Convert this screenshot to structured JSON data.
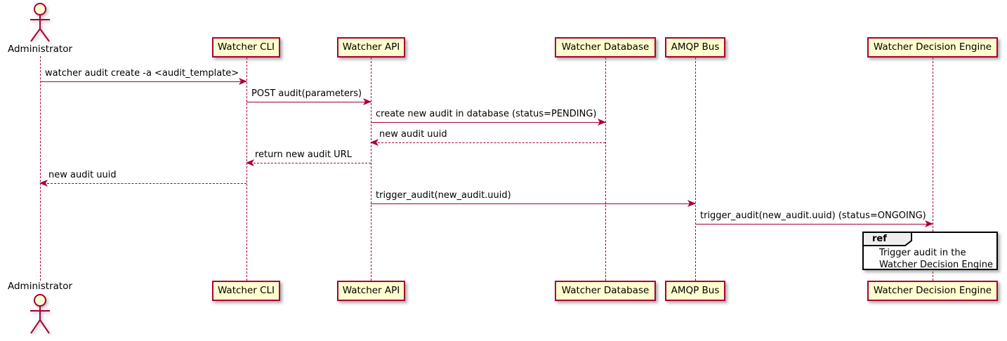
{
  "diagram": {
    "kind": "uml-sequence-diagram"
  },
  "colors": {
    "participant_fill": "#FEFECE",
    "participant_border": "#A80036",
    "message_line": "#A80036",
    "lifeline": "#A80036",
    "text": "#000000",
    "ref_border": "#000000",
    "ref_tab_fill": "#EEEEEE",
    "background": "#FFFFFF"
  },
  "participants": [
    {
      "label": "Administrator",
      "kind": "actor"
    },
    {
      "label": "Watcher CLI",
      "kind": "participant"
    },
    {
      "label": "Watcher API",
      "kind": "participant"
    },
    {
      "label": "Watcher Database",
      "kind": "participant"
    },
    {
      "label": "AMQP Bus",
      "kind": "participant"
    },
    {
      "label": "Watcher Decision Engine",
      "kind": "participant"
    }
  ],
  "messages": [
    {
      "from": "Administrator",
      "to": "Watcher CLI",
      "text": "watcher audit create -a <audit_template>",
      "line": "solid",
      "direction": "right"
    },
    {
      "from": "Watcher CLI",
      "to": "Watcher API",
      "text": "POST audit(parameters)",
      "line": "solid",
      "direction": "right"
    },
    {
      "from": "Watcher API",
      "to": "Watcher Database",
      "text": "create new audit in database (status=PENDING)",
      "line": "solid",
      "direction": "right"
    },
    {
      "from": "Watcher Database",
      "to": "Watcher API",
      "text": "new audit uuid",
      "line": "dashed",
      "direction": "left"
    },
    {
      "from": "Watcher API",
      "to": "Watcher CLI",
      "text": "return new audit URL",
      "line": "dashed",
      "direction": "left"
    },
    {
      "from": "Watcher CLI",
      "to": "Administrator",
      "text": "new audit uuid",
      "line": "dashed",
      "direction": "left"
    },
    {
      "from": "Watcher API",
      "to": "AMQP Bus",
      "text": "trigger_audit(new_audit.uuid)",
      "line": "solid",
      "direction": "right"
    },
    {
      "from": "AMQP Bus",
      "to": "Watcher Decision Engine",
      "text": "trigger_audit(new_audit.uuid) (status=ONGOING)",
      "line": "solid",
      "direction": "right"
    }
  ],
  "ref_fragment": {
    "keyword": "ref",
    "over": "Watcher Decision Engine",
    "lines": [
      "Trigger audit in the",
      "Watcher Decision Engine"
    ]
  }
}
